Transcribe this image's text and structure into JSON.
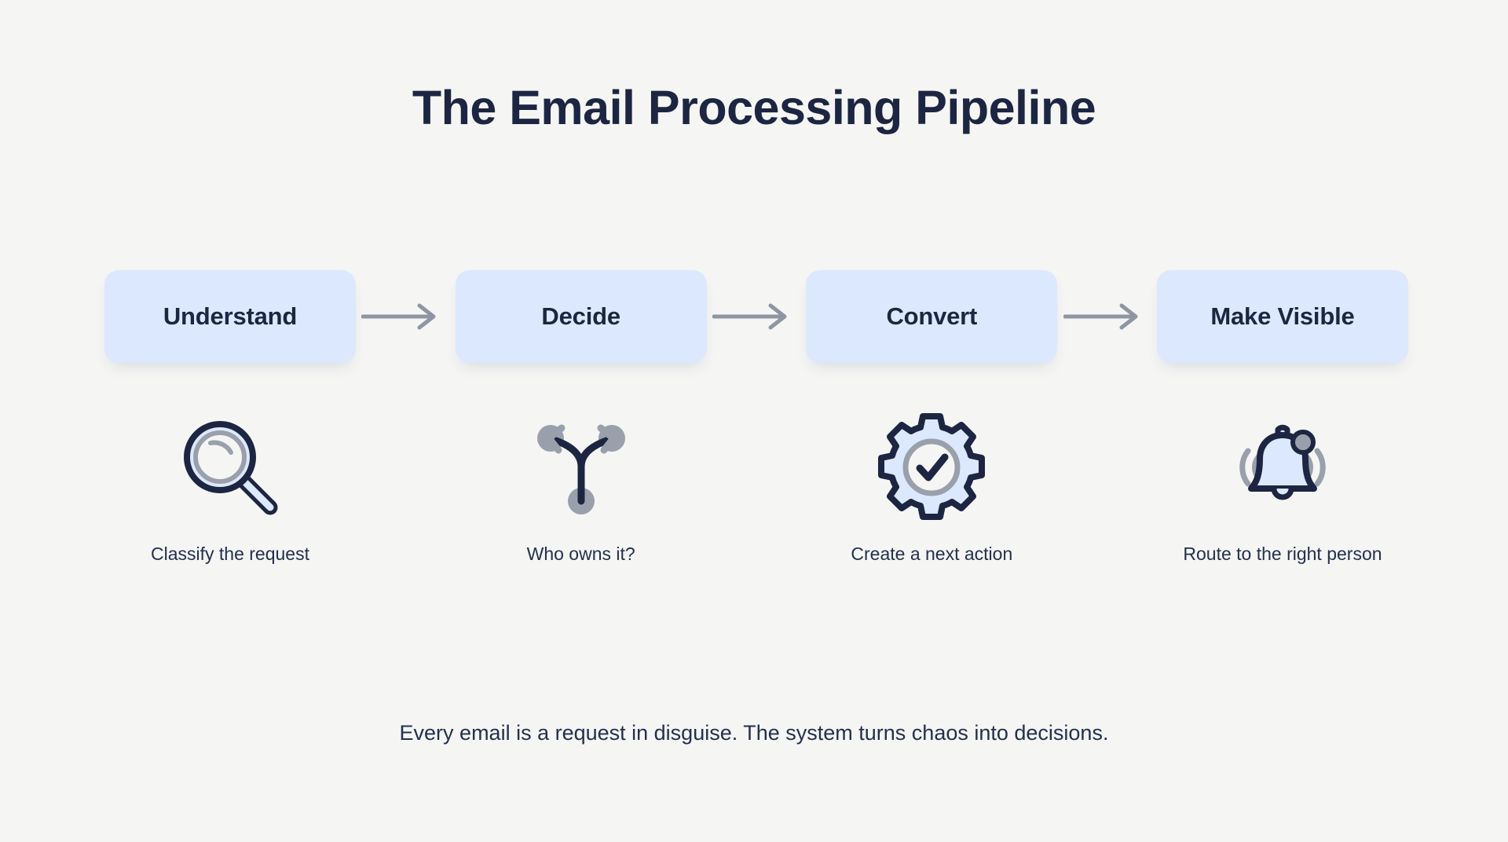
{
  "title": "The Email Processing Pipeline",
  "footer": "Every email is a request in disguise. The system turns chaos into decisions.",
  "colors": {
    "background": "#f5f5f4",
    "box_fill": "#dce8fd",
    "text_navy": "#1c2541",
    "icon_outline": "#1c2541",
    "icon_fill": "#dce8fd",
    "icon_gray": "#9aa0ab",
    "arrow_gray": "#8e95a3"
  },
  "stages": [
    {
      "label": "Understand",
      "caption": "Classify the request",
      "icon": "magnifying-glass-icon"
    },
    {
      "label": "Decide",
      "caption": "Who owns it?",
      "icon": "branch-fork-icon"
    },
    {
      "label": "Convert",
      "caption": "Create a next action",
      "icon": "gear-check-icon"
    },
    {
      "label": "Make Visible",
      "caption": "Route to the right person",
      "icon": "bell-icon"
    }
  ],
  "connectors": [
    {
      "name": "arrow-right-icon"
    },
    {
      "name": "arrow-right-icon"
    },
    {
      "name": "arrow-right-icon"
    }
  ]
}
